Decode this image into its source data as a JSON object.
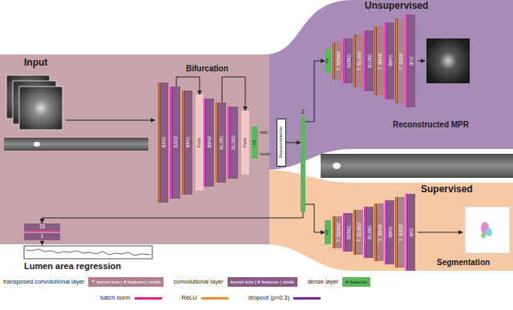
{
  "diagram": {
    "nodes": [
      {
        "text": [
          "3|32|1"
        ]
      },
      {
        "text": [
          "3|32|2"
        ]
      },
      {
        "text": [
          "3|64|1"
        ]
      },
      {
        "text": [
          "Fuse"
        ]
      },
      {
        "text": [
          "3|64|2"
        ]
      },
      {
        "text": [
          "3|128|1"
        ]
      },
      {
        "text": [
          "3|128|2"
        ]
      },
      {
        "text": [
          "Fuse"
        ]
      },
      {
        "text": [
          "48"
        ]
      },
      {
        "text": [
          "Reparameterize"
        ]
      },
      {
        "text": [
          "2"
        ]
      },
      {
        "text": [
          "48"
        ]
      },
      {
        "text": [
          "T: 3|256|2"
        ]
      },
      {
        "text": [
          "3|256|1"
        ]
      },
      {
        "text": [
          "T: 3|128|2"
        ]
      },
      {
        "text": [
          "3|128|1"
        ]
      },
      {
        "text": [
          "T: 3|64|2"
        ]
      },
      {
        "text": [
          "3|64|1"
        ]
      },
      {
        "text": [
          "T: 3|32|2"
        ]
      },
      {
        "text": [
          "3|1|1"
        ]
      },
      {
        "text": [
          "48"
        ]
      },
      {
        "text": [
          "T: 3|256|2"
        ]
      },
      {
        "text": [
          "3|256|1"
        ]
      },
      {
        "text": [
          "T: 3|128|2"
        ]
      },
      {
        "text": [
          "3|128|1"
        ]
      },
      {
        "text": [
          "T: 3|64|2"
        ]
      },
      {
        "text": [
          "3|64|1"
        ]
      },
      {
        "text": [
          "T: 3|32|2"
        ]
      },
      {
        "text": [
          "3|4|1"
        ]
      },
      {
        "text": [
          "33"
        ]
      },
      {
        "text": [
          "1"
        ]
      }
    ],
    "edges": [
      {
        "from": 1,
        "to": 3,
        "arrow": "to"
      },
      {
        "from": 5,
        "to": 7,
        "arrow": "to"
      },
      {
        "from": 9,
        "to": 10,
        "arrow": "to"
      },
      {
        "from": 10,
        "to": 11,
        "arrow": "to"
      },
      {
        "from": 10,
        "to": 20,
        "arrow": "to"
      },
      {
        "from": 10,
        "to": 29,
        "arrow": "to"
      }
    ],
    "labels": [
      "Unsupervised",
      "Input",
      "Bifurcation",
      "Reconstructed MPR",
      "Supervised",
      "Segmentation",
      "Lumen area regression",
      "stdv",
      "mean",
      "T: kernel size | # features | stride",
      "kernel size | # features | stride",
      "# features"
    ],
    "legend": [
      {
        "text": "transposed convolutional layer",
        "color": "#b07f8d"
      },
      {
        "text": "convolutional layer",
        "color": "#8a5a85"
      },
      {
        "text": "dense layer",
        "color": "#5cb85c"
      },
      {
        "text": "batch norm",
        "color": "#e0218a"
      },
      {
        "text": "ReLU",
        "color": "#f28c28"
      },
      {
        "text": "dropout (p=0.3)",
        "color": "#7a2a9a"
      }
    ]
  }
}
